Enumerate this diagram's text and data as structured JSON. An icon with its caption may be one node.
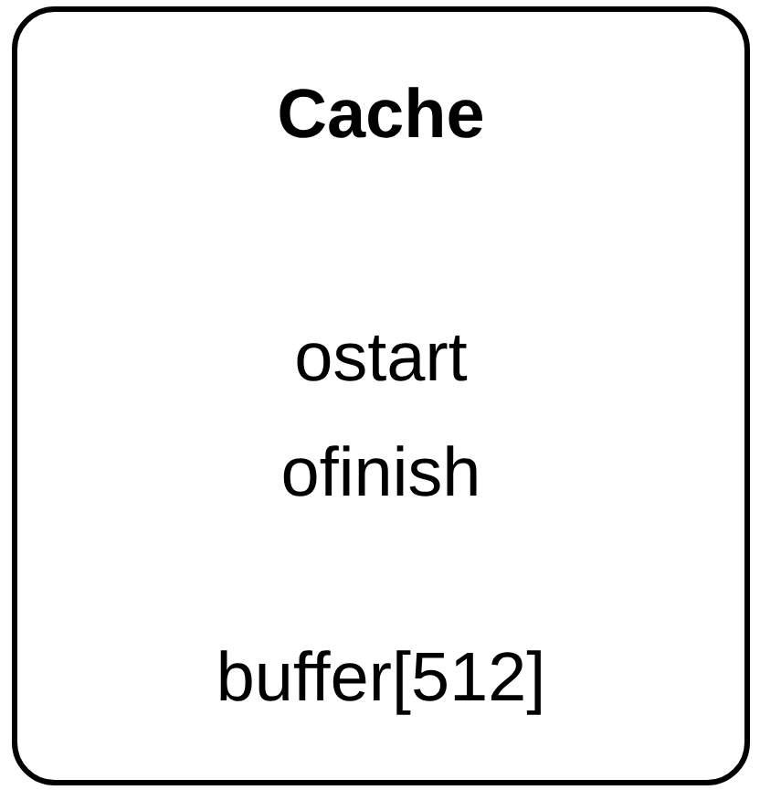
{
  "diagram": {
    "nodes": [
      {
        "text": [
          "Cache",
          "ostart",
          "ofinish",
          "buffer[512]"
        ]
      }
    ]
  }
}
